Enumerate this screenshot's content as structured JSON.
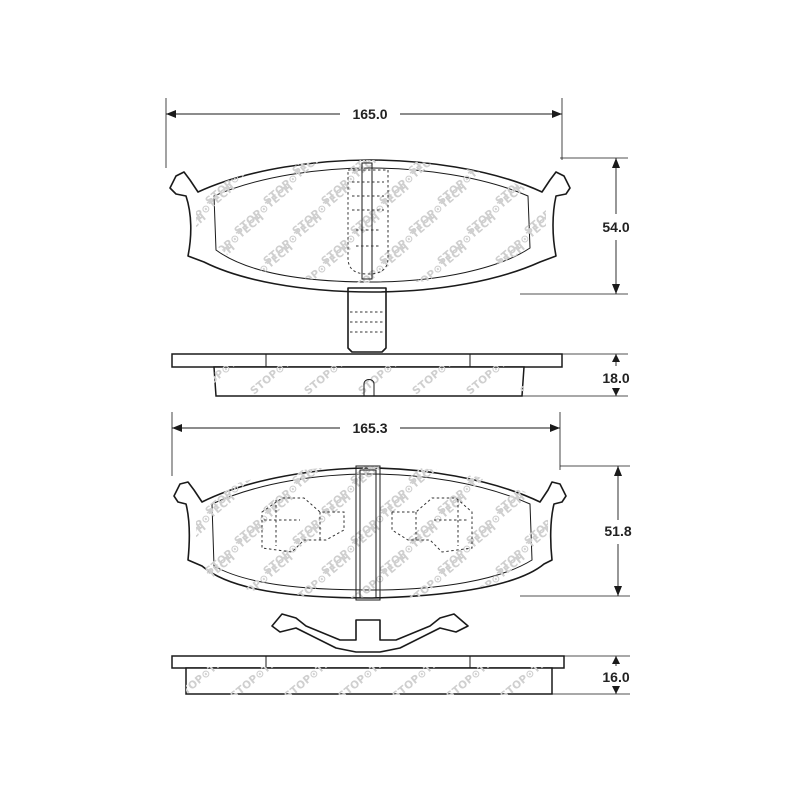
{
  "dimensions": {
    "rear_pad_width": "165.0",
    "rear_pad_height": "54.0",
    "rear_pad_thickness": "18.0",
    "front_pad_width": "165.3",
    "front_pad_height": "51.8",
    "front_pad_thickness": "16.0"
  },
  "watermark": {
    "brand_left": "STOP",
    "brand_right": "TECH"
  },
  "colors": {
    "line": "#1a1a1a",
    "watermark": "#cfcfcf",
    "background": "#ffffff"
  }
}
